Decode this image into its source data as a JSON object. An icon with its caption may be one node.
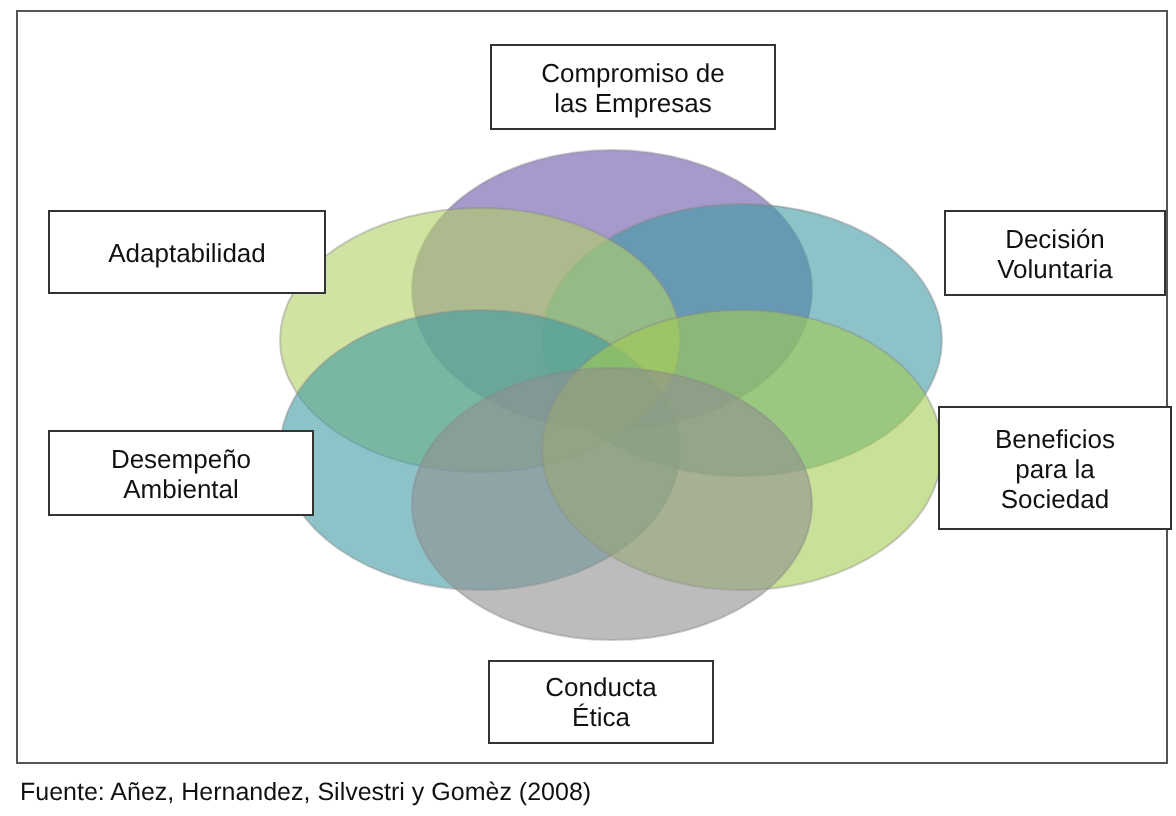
{
  "diagram": {
    "caption": "Fuente: Añez, Hernandez, Silvestri y Gomèz (2008)",
    "nodes": [
      {
        "text": [
          "Compromiso de las Empresas"
        ]
      },
      {
        "text": [
          "Adaptabilidad"
        ]
      },
      {
        "text": [
          "Decisión Voluntaria"
        ]
      },
      {
        "text": [
          "Desempeño Ambiental"
        ]
      },
      {
        "text": [
          "Beneficios para la Sociedad"
        ]
      },
      {
        "text": [
          "Conducta Ética"
        ]
      }
    ]
  }
}
